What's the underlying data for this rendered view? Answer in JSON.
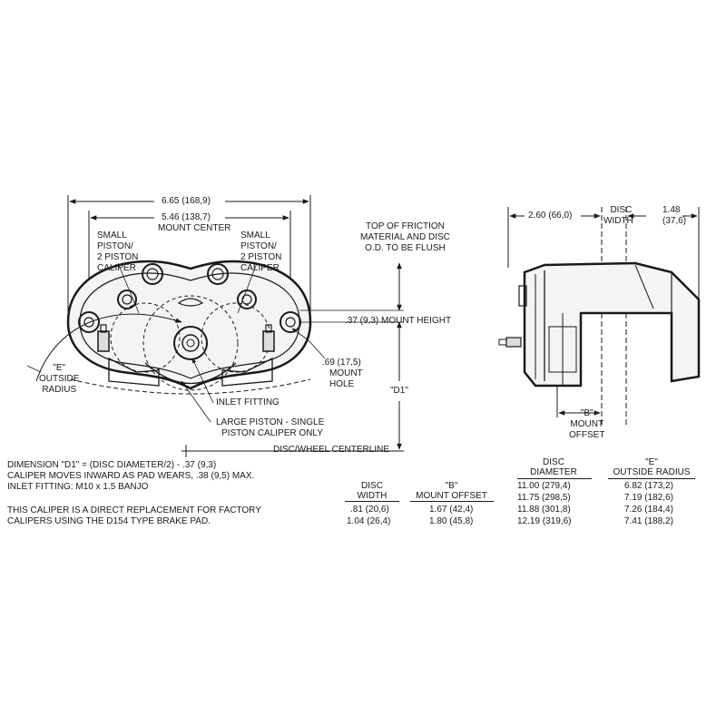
{
  "dimensions": {
    "overall_width": "6.65 (168,9)",
    "mount_center_value": "5.46 (138,7)",
    "mount_center_label": "MOUNT CENTER",
    "mount_height": ".37 (9,3) MOUNT HEIGHT",
    "mount_hole_value": ".69 (17,5)",
    "mount_hole_label_1": "MOUNT",
    "mount_hole_label_2": "HOLE",
    "d1": "\"D1\"",
    "side_width": "2.60 (66,0)",
    "side_offset": "1.48",
    "side_offset_mm": "(37,6)",
    "disc_width_1": "DISC",
    "disc_width_2": "WIDTH",
    "b_label_1": "\"B\"",
    "b_label_2": "MOUNT",
    "b_label_3": "OFFSET"
  },
  "callouts": {
    "small_piston_left": [
      "SMALL",
      "PISTON/",
      "2 PISTON",
      "CALIPER"
    ],
    "small_piston_right": [
      "SMALL",
      "PISTON/",
      "2 PISTON",
      "CALIPER"
    ],
    "top_friction": [
      "TOP OF FRICTION",
      "MATERIAL AND DISC",
      "O.D. TO BE FLUSH"
    ],
    "e_radius": [
      "\"E\"",
      "OUTSIDE",
      "RADIUS"
    ],
    "inlet_fitting": "INLET FITTING",
    "large_piston": [
      "LARGE PISTON - SINGLE",
      "PISTON CALIPER ONLY"
    ],
    "centerline": "DISC/WHEEL CENTERLINE"
  },
  "notes": [
    "DIMENSION \"D1\" = (DISC DIAMETER/2) - .37 (9,3)",
    "CALIPER MOVES INWARD AS PAD WEARS, .38 (9,5) MAX.",
    "INLET FITTING: M10 x 1.5 BANJO"
  ],
  "replacement_notes": [
    "THIS CALIPER IS A DIRECT REPLACEMENT FOR FACTORY",
    "CALIPERS USING THE D154 TYPE BRAKE PAD."
  ],
  "table_b": {
    "headers": [
      [
        "DISC",
        "WIDTH"
      ],
      [
        "\"B\"",
        "MOUNT OFFSET"
      ]
    ],
    "rows": [
      [
        ".81  (20,6)",
        "1.67  (42,4)"
      ],
      [
        "1.04  (26,4)",
        "1.80  (45,8)"
      ]
    ]
  },
  "table_e": {
    "headers": [
      [
        "DISC",
        "DIAMETER"
      ],
      [
        "\"E\"",
        "OUTSIDE RADIUS"
      ]
    ],
    "rows": [
      [
        "11.00  (279,4)",
        "6.82  (173,2)"
      ],
      [
        "11.75  (298,5)",
        "7.19  (182,6)"
      ],
      [
        "11.88  (301,8)",
        "7.26  (184,4)"
      ],
      [
        "12.19  (319,6)",
        "7.41  (188,2)"
      ]
    ]
  }
}
